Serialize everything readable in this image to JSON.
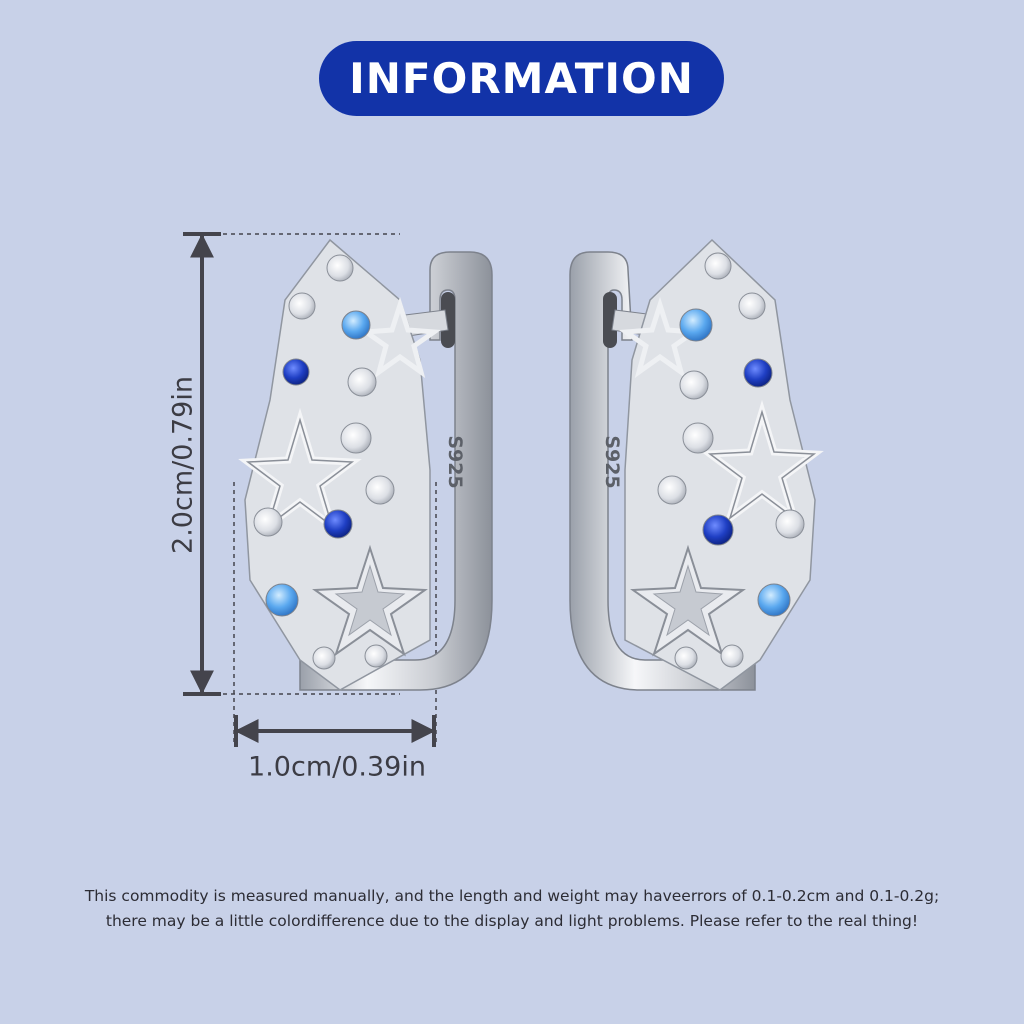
{
  "banner": {
    "title": "INFORMATION"
  },
  "dimensions": {
    "height_label": "2.0cm/0.79in",
    "width_label": "1.0cm/0.39in"
  },
  "product": {
    "stamp_left": "S925",
    "stamp_right": "S925"
  },
  "disclaimer": {
    "line1": "This commodity is measured manually, and the length and weight may haveerrors of 0.1-0.2cm and 0.1-0.2g;",
    "line2": "there may be a little colordifference due to the display and light problems. Please refer to the real thing!"
  },
  "colors": {
    "background": "#c8d1e8",
    "banner": "#1233a8",
    "silver": "#e4e6ea",
    "dark_blue_stone": "#1f3fc4",
    "light_blue_stone": "#5aa8ef",
    "dimension_line": "#44444c"
  }
}
